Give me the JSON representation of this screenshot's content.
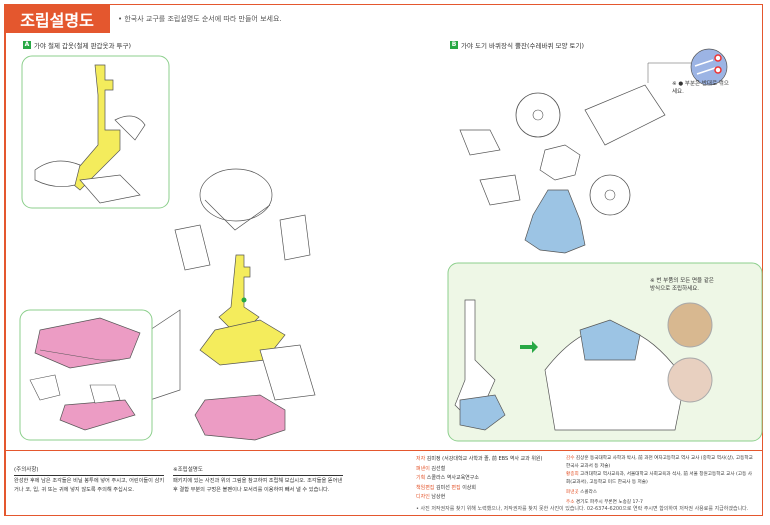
{
  "header": {
    "title": "조립설명도",
    "subtitle": "• 한국사 교구를 조립설명도 순서에 따라 만들어 보세요."
  },
  "sections": [
    {
      "badge": "A",
      "label": "가야 철제 갑옷(철제 판갑옷과 투구)"
    },
    {
      "badge": "B",
      "label": "가야 도기 바퀴장식 뿔잔(수레바퀴 모양 토기)"
    }
  ],
  "notes": {
    "red_mark": "※ ● 부분은 반대로 꺾으세요.",
    "part_note": "※ 번 부품의 모든 면을 같은 방식으로 조립하세요."
  },
  "footer": {
    "caution_title": "(주의사항)",
    "caution_text": "완성한 후에 남은 조각들은 비닐 봉투에 넣어 주시고, 어린이들이 삼키거나 코, 입, 귀 또는 귀에 넣지 않도록 주의해 주십시오.",
    "guide_title": "※조립설명도",
    "guide_text": "패키지에 있는 사진과 위의 그림을 참고하여 조립해 보십시오. 조각들을 뜯어낸 후 결합 부분의 구멍은 볼펜이나 모서리를 이용하여 빼서 낼 수 있습니다.",
    "credits": [
      {
        "role": "저자",
        "name": "김미정 (서강대학교 사학과 졸, 前 EBS 역사 교과 위원)"
      },
      {
        "role": "펴낸이",
        "name": "김선철"
      },
      {
        "role": "기획",
        "name": "스콜라스 역사교육연구소"
      },
      {
        "role": "책임편집",
        "name": "김미선",
        "role2": "편집",
        "name2": "이상희"
      },
      {
        "role": "디자인",
        "name": "남상현"
      }
    ],
    "credits2": [
      {
        "role": "감수",
        "name": "김상훈 동국대학교 사학과 박사, 前 과천 여자고등학교 역사 교사 (중학교 역사(상), 고등학교 한국사 교과서 등 저술)"
      },
      {
        "role": "황종희",
        "name": "고려대학교 역사교육과, 서울대학교 사회교육과 석사, 前 서울 창원고등학교 교사 (고등 사회(교과서), 고등학교 미드 한국사 등 저술)"
      },
      {
        "role": "펴낸곳",
        "name": "스콜라스"
      },
      {
        "role": "주소",
        "name": "경기도 파주시 부론면 노송길 17-7"
      }
    ],
    "disclaimer": "• 사진 저작권자를 찾기 위해 노력했으나, 저작권자를 찾지 못한 사진이 있습니다. 02-6374-6200으로 연락 주시면 합의하여 저작권 사용료를 지급하겠습니다."
  },
  "colors": {
    "accent": "#e4572e",
    "green": "#27a844",
    "yellow": "#f4ec5c",
    "pink": "#ec9cc4",
    "blue": "#9cc4e4"
  }
}
